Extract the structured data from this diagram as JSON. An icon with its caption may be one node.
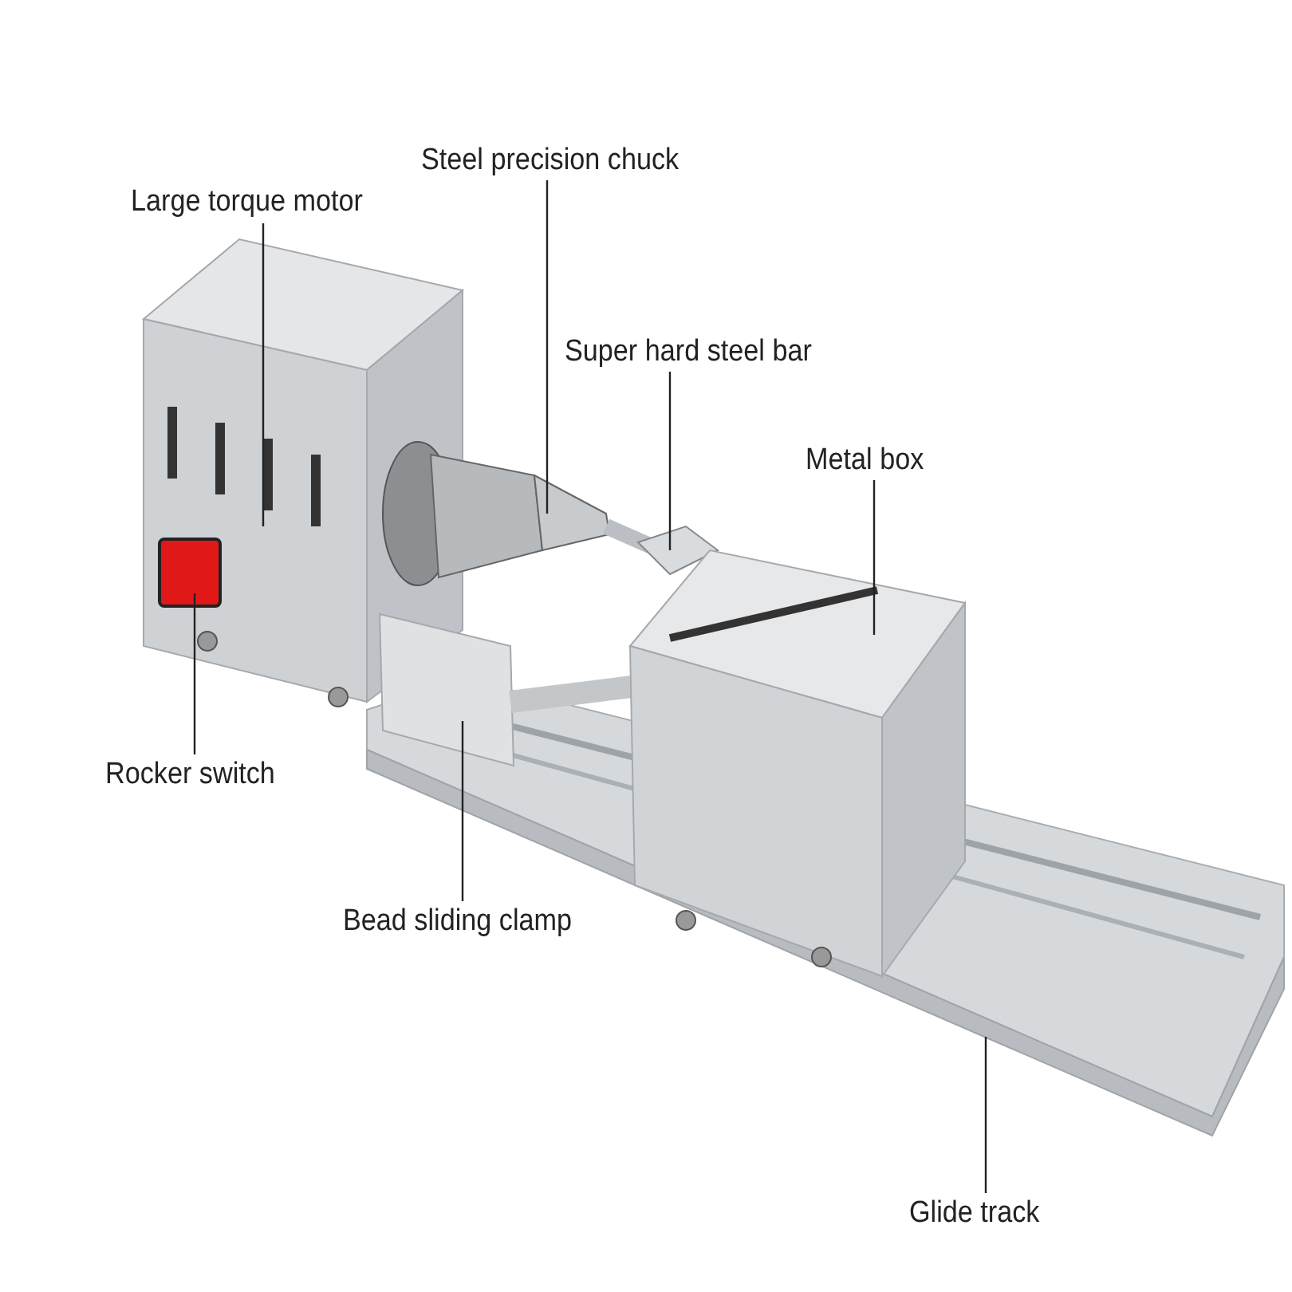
{
  "diagram": {
    "nodes": [
      {
        "text": [
          "Large torque motor"
        ]
      },
      {
        "text": [
          "Steel precision chuck"
        ]
      },
      {
        "text": [
          "Super hard steel bar"
        ]
      },
      {
        "text": [
          "Metal box"
        ]
      },
      {
        "text": [
          "Rocker switch"
        ]
      },
      {
        "text": [
          "Bead sliding clamp"
        ]
      },
      {
        "text": [
          "Glide track"
        ]
      }
    ],
    "edges": [
      {
        "from": 0,
        "to": null,
        "arrow": "none"
      },
      {
        "from": 1,
        "to": null,
        "arrow": "none"
      },
      {
        "from": 2,
        "to": null,
        "arrow": "none"
      },
      {
        "from": 3,
        "to": null,
        "arrow": "none"
      },
      {
        "from": 4,
        "to": null,
        "arrow": "none"
      },
      {
        "from": 5,
        "to": null,
        "arrow": "none"
      },
      {
        "from": 6,
        "to": null,
        "arrow": "none"
      }
    ]
  }
}
